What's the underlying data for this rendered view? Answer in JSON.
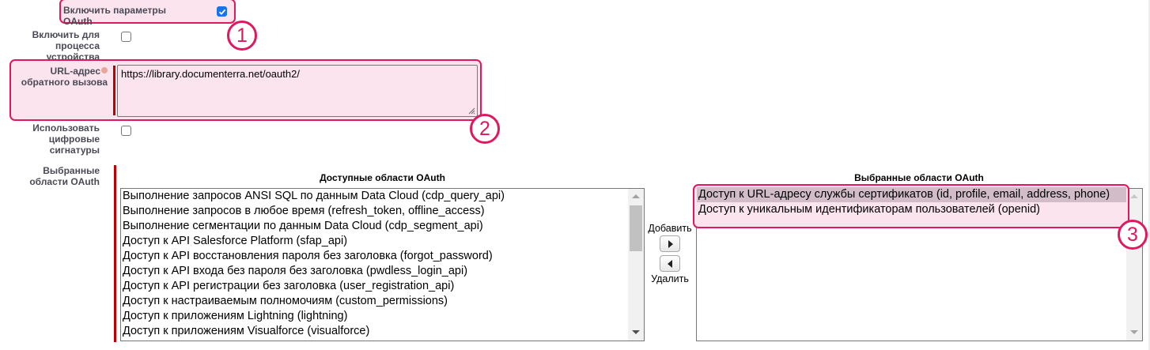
{
  "form": {
    "enable_oauth": {
      "label": "Включить параметры OAuth",
      "checked": true
    },
    "enable_device_flow": {
      "label_lines": [
        "Включить для",
        "процесса",
        "устройства"
      ],
      "checked": false
    },
    "callback_url": {
      "label_lines": [
        "URL-адрес",
        "обратного вызова"
      ],
      "value": "https://library.documenterra.net/oauth2/",
      "help_icon": "info-icon",
      "required": true
    },
    "digital_signatures": {
      "label_lines": [
        "Использовать",
        "цифровые",
        "сигнатуры"
      ],
      "checked": false
    },
    "scopes": {
      "label_lines": [
        "Выбранные",
        "области OAuth"
      ],
      "required": true,
      "available": {
        "title": "Доступные области OAuth",
        "items": [
          "Выполнение запросов ANSI SQL по данным Data Cloud (cdp_query_api)",
          "Выполнение запросов в любое время (refresh_token, offline_access)",
          "Выполнение сегментации по данным Data Cloud (cdp_segment_api)",
          "Доступ к API Salesforce Platform (sfap_api)",
          "Доступ к API восстановления пароля без заголовка (forgot_password)",
          "Доступ к API входа без пароля без заголовка (pwdless_login_api)",
          "Доступ к API регистрации без заголовка (user_registration_api)",
          "Доступ к настраиваемым полномочиям (custom_permissions)",
          "Доступ к приложениям Lightning (lightning)",
          "Доступ к приложениям Visualforce (visualforce)"
        ]
      },
      "add_label": "Добавить",
      "remove_label": "Удалить",
      "selected": {
        "title": "Выбранные области OAuth",
        "items": [
          "Доступ к URL-адресу службы сертификатов (id, profile, email, address, phone)",
          "Доступ к уникальным идентификаторам пользователей (openid)"
        ],
        "selected_index": 0
      }
    }
  },
  "annotations": {
    "callouts": [
      "1",
      "2",
      "3"
    ],
    "highlight_color": "#e0185f",
    "highlight_fill": "#fce4ee"
  }
}
